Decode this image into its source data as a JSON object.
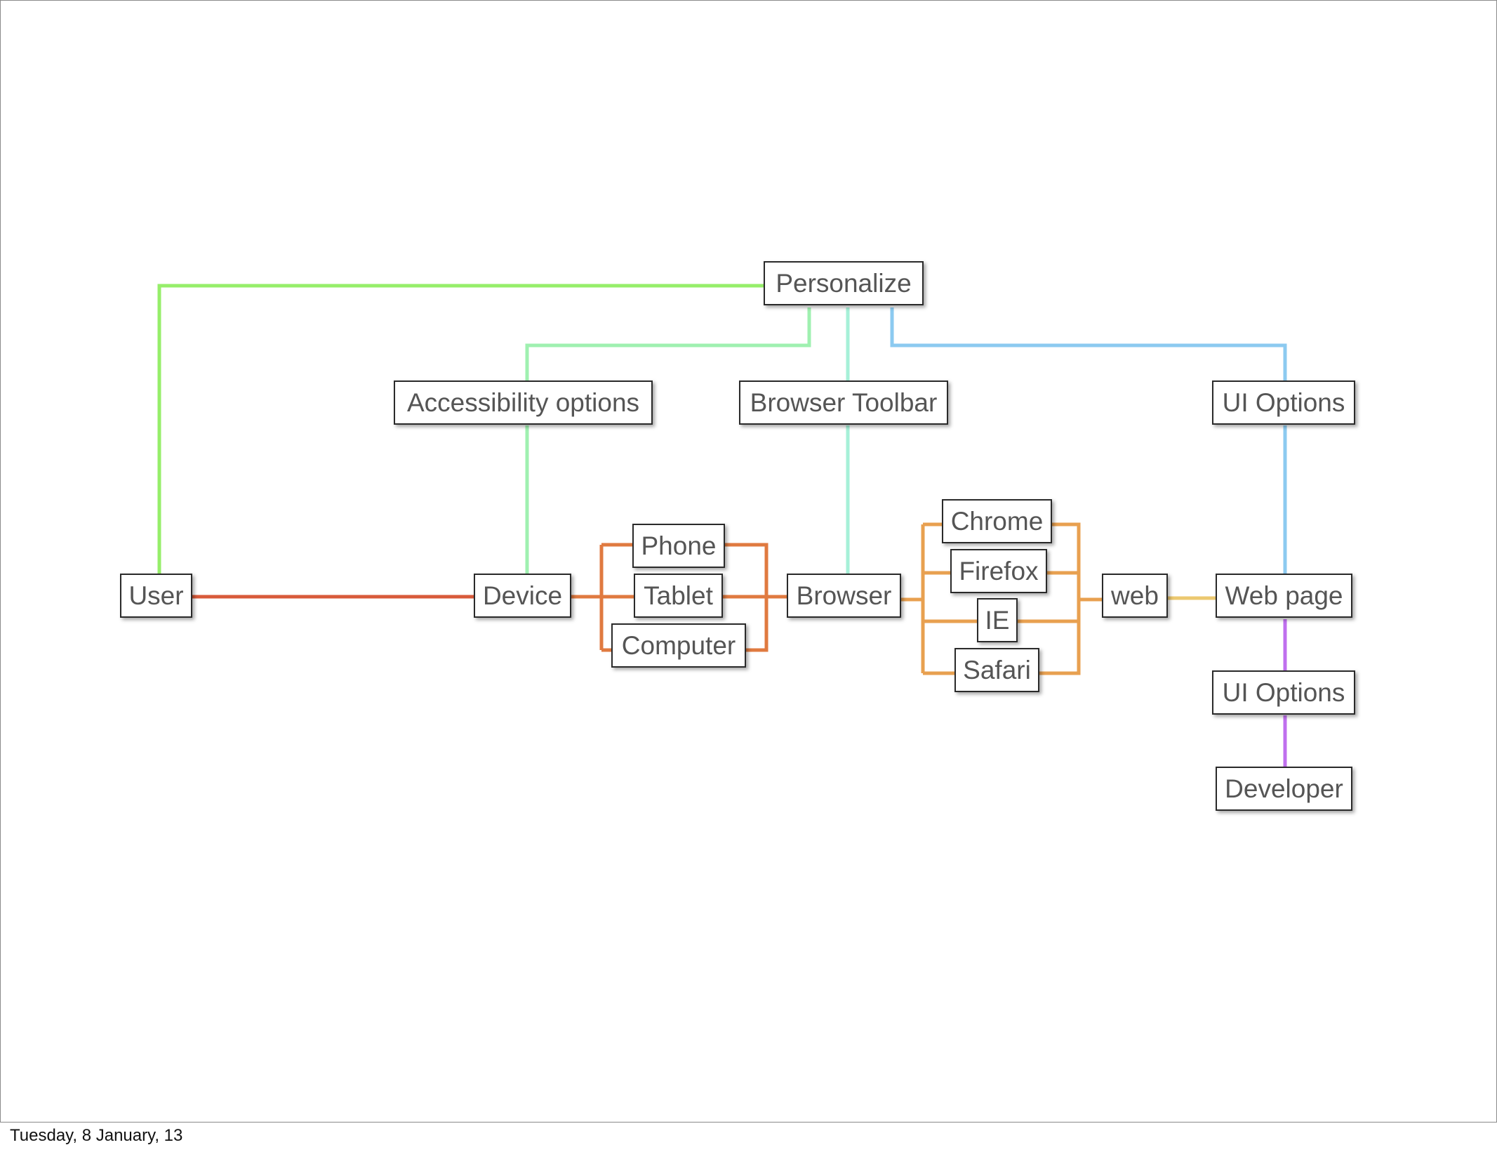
{
  "diagram": {
    "nodes": {
      "personalize": "Personalize",
      "accessibility_options": "Accessibility options",
      "browser_toolbar": "Browser Toolbar",
      "ui_options_top": "UI Options",
      "user": "User",
      "device": "Device",
      "phone": "Phone",
      "tablet": "Tablet",
      "computer": "Computer",
      "browser": "Browser",
      "chrome": "Chrome",
      "firefox": "Firefox",
      "ie": "IE",
      "safari": "Safari",
      "web": "web",
      "web_page": "Web page",
      "ui_options_bottom": "UI Options",
      "developer": "Developer"
    },
    "colors": {
      "green": "#96ee6a",
      "mint": "#9ff0b0",
      "aqua": "#a6f0d8",
      "blue": "#8ccaf0",
      "red": "#d85a3a",
      "orange": "#e07a40",
      "amber": "#e8a050",
      "gold": "#ecc870",
      "purple": "#c070ee"
    }
  },
  "footer": {
    "date": "Tuesday, 8 January, 13"
  }
}
